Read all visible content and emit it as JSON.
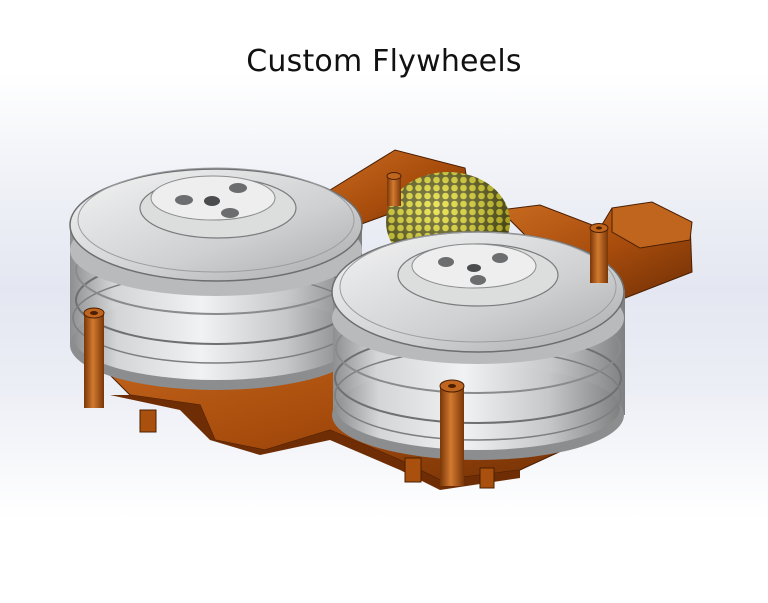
{
  "title": "Custom Flywheels",
  "colors": {
    "housing": "#b4520e",
    "housing_dark": "#7a3306",
    "wheel": "#c9cacb",
    "wheel_light": "#e9eaeb",
    "ball": "#d9d21a"
  },
  "model_parts": {
    "left_flywheel": "flywheel",
    "right_flywheel": "flywheel",
    "ball": "foam-ball",
    "housing": "flywheel-cage"
  }
}
